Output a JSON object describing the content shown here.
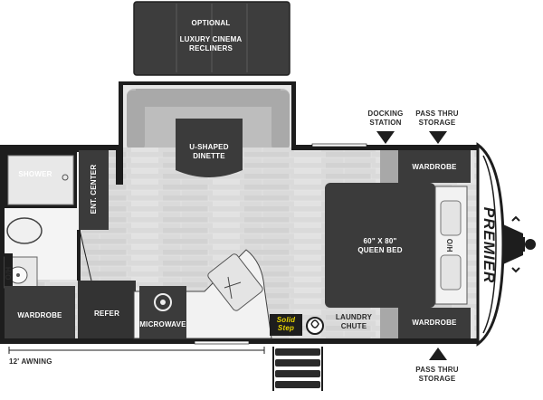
{
  "cinema": {
    "line1": "OPTIONAL",
    "line2": "LUXURY CINEMA",
    "line3": "RECLINERS"
  },
  "dinette": {
    "line1": "U-SHAPED",
    "line2": "DINETTE"
  },
  "docking": {
    "line1": "DOCKING",
    "line2": "STATION"
  },
  "pass_top": {
    "line1": "PASS THRU",
    "line2": "STORAGE"
  },
  "pass_bottom": {
    "line1": "PASS THRU",
    "line2": "STORAGE"
  },
  "wardrobe_front_top": "WARDROBE",
  "wardrobe_front_bottom": "WARDROBE",
  "wardrobe_rear": "WARDROBE",
  "shower": "SHOWER",
  "ent_center": "ENT. CENTER",
  "oh": "O/H",
  "refer": "REFER",
  "microwave": "MICROWAVE",
  "bed": {
    "line1": "60\" X 80\"",
    "line2": "QUEEN BED"
  },
  "ho": "H/O",
  "laundry": {
    "line1": "LAUNDRY",
    "line2": "CHUTE"
  },
  "premier": "PREMIER",
  "solidstep": {
    "line1": "Solid",
    "line2": "Step"
  },
  "awning": "12' AWNING",
  "colors": {
    "wall": "#1d1d1d",
    "floor": "#d9d9d9",
    "furniture": "#3b3b3b",
    "cushion": "#bdbdbd"
  }
}
